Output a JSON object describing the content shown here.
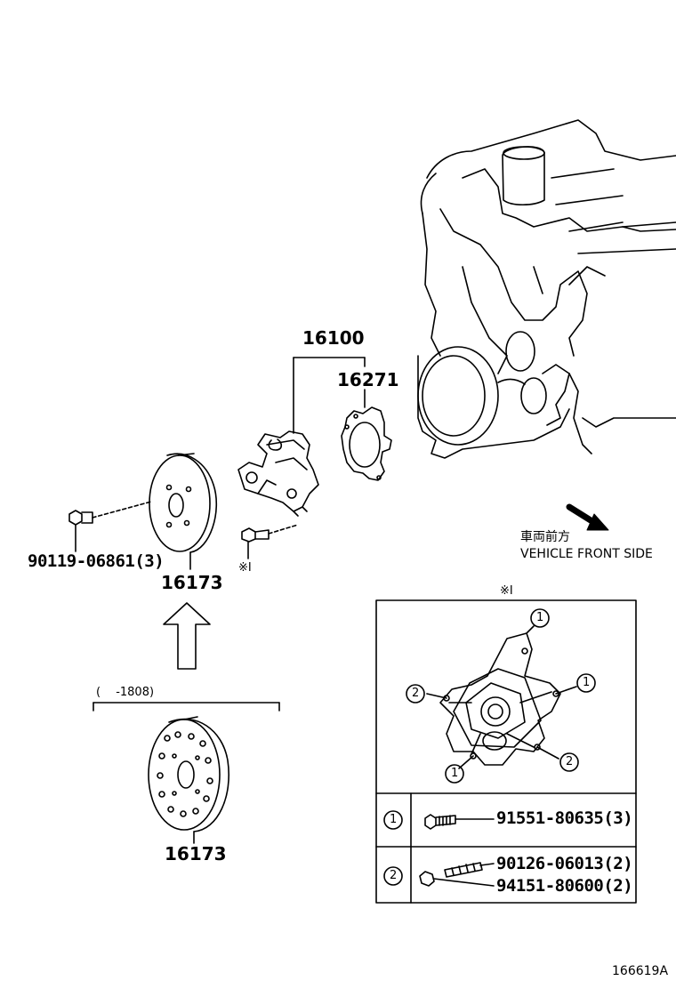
{
  "labels": {
    "assy_16100": "16100",
    "gasket_16271": "16271",
    "pulley_top_16173": "16173",
    "pulley_bottom_16173": "16173",
    "bolt_top": "90119-06861(3)",
    "ref_mark_pump": "※I",
    "ref_mark_inset": "※I",
    "date_range": "(　 -1808)",
    "front_jp": "車両前方",
    "front_en": "VEHICLE FRONT SIDE",
    "figure_id": "166619A"
  },
  "inset": {
    "callouts": [
      "1",
      "1",
      "1",
      "2",
      "2"
    ],
    "rows": [
      {
        "key": "1",
        "parts": [
          "91551-80635(3)"
        ]
      },
      {
        "key": "2",
        "parts": [
          "90126-06013(2)",
          "94151-80600(2)"
        ]
      }
    ]
  }
}
